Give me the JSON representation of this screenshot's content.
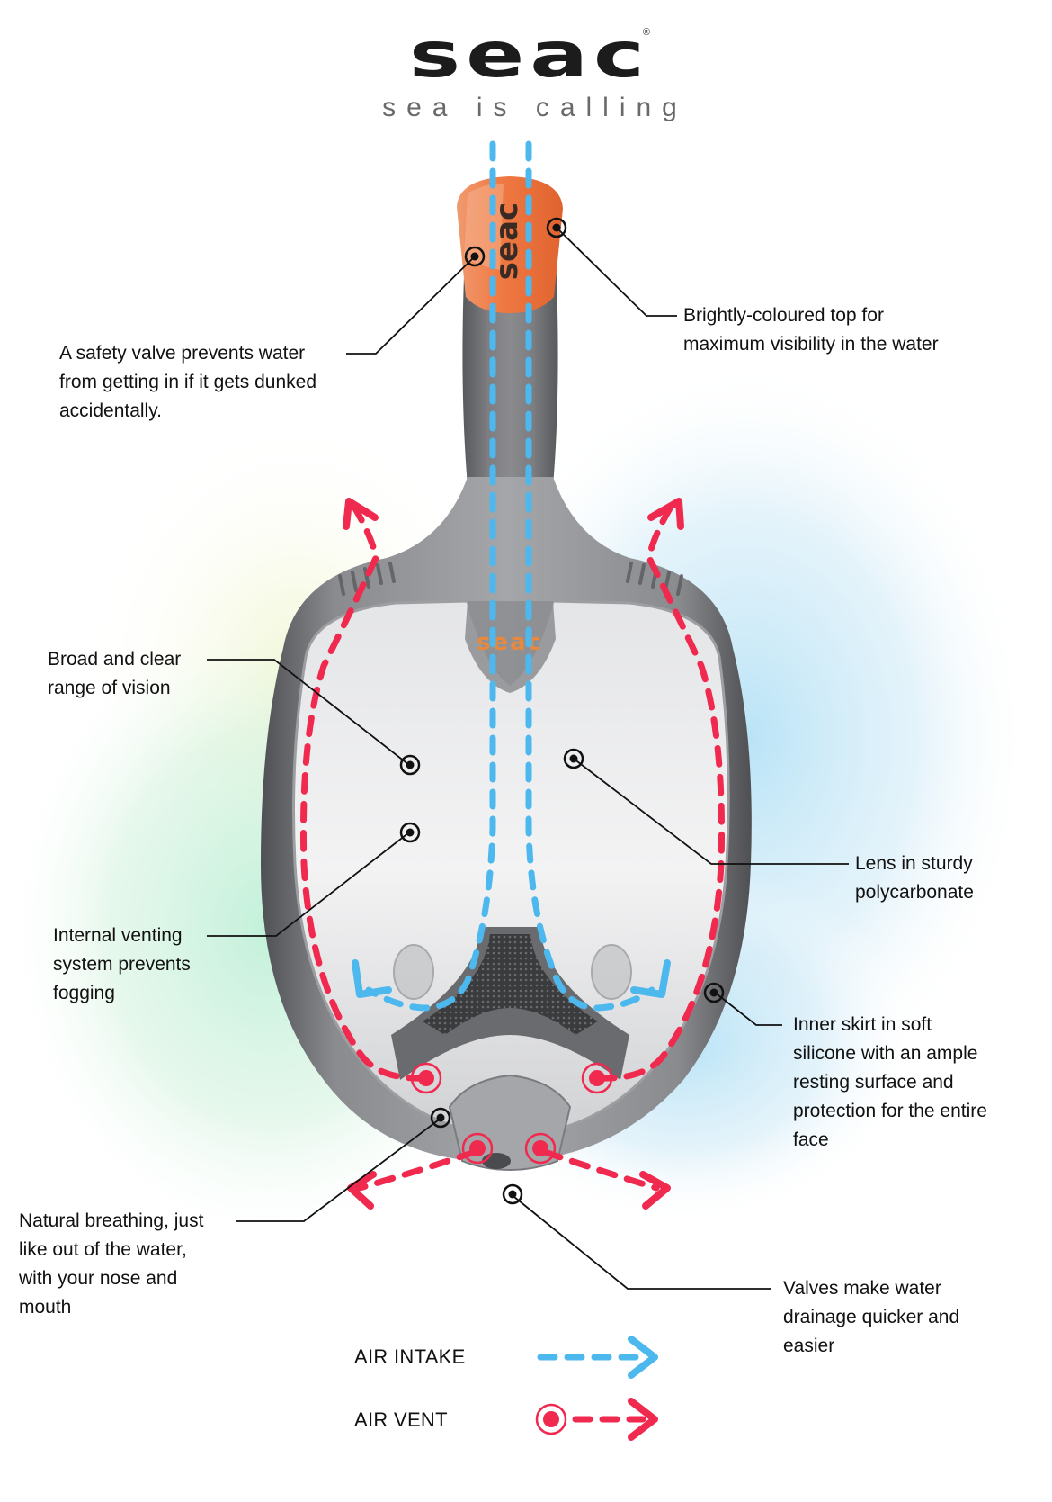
{
  "brand": {
    "name": "seac",
    "registered_mark": "®",
    "tagline": "sea is calling",
    "mask_logo_text": "seac",
    "top_logo_text": "seac"
  },
  "colors": {
    "air_intake": "#4db8ee",
    "air_vent": "#f0294f",
    "top_accent": "#f07840",
    "mask_body": "#6e6f72",
    "text": "#111111"
  },
  "callouts": [
    {
      "id": "safety-valve",
      "text": "A safety valve prevents water\nfrom getting in if it gets dunked\naccidentally."
    },
    {
      "id": "bright-top",
      "text": "Brightly-coloured top for\nmaximum visibility in the water"
    },
    {
      "id": "range-of-vision",
      "text": "Broad and clear\nrange of vision"
    },
    {
      "id": "lens",
      "text": "Lens in sturdy\npolycarbonate"
    },
    {
      "id": "internal-venting",
      "text": "Internal venting\nsystem prevents\nfogging"
    },
    {
      "id": "inner-skirt",
      "text": "Inner skirt in soft\nsilicone with an ample\nresting surface and\nprotection for the entire\nface"
    },
    {
      "id": "natural-breathing",
      "text": "Natural breathing, just\nlike out of the water,\nwith your nose and\nmouth"
    },
    {
      "id": "drain-valves",
      "text": "Valves make water\ndrainage quicker and\neasier"
    }
  ],
  "legend": [
    {
      "label": "AIR INTAKE",
      "icon": "blue-dashed-arrow"
    },
    {
      "label": "AIR VENT",
      "icon": "red-valve-dashed-arrow"
    }
  ]
}
